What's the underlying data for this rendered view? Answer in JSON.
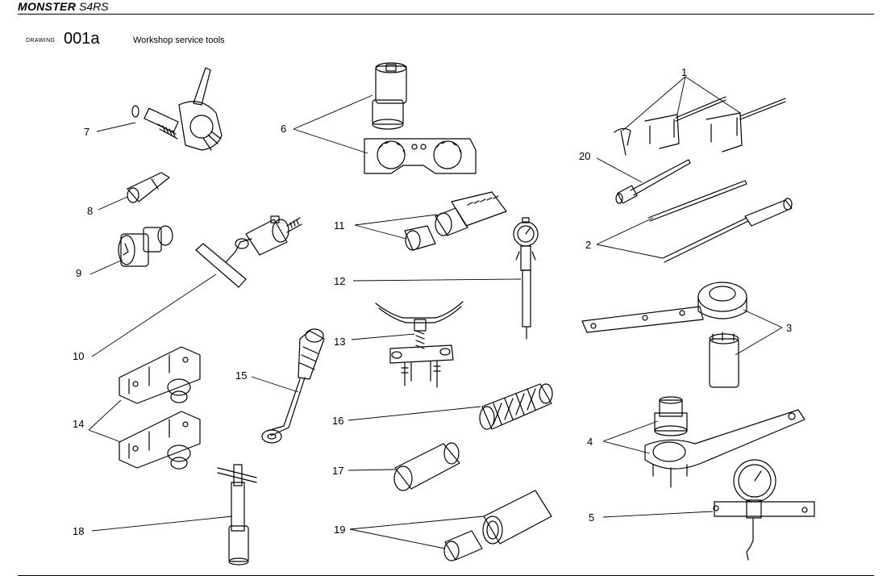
{
  "header": {
    "brand": "MONSTER",
    "model": "S4RS"
  },
  "drawing": {
    "label": "DRAWING",
    "number": "001a",
    "title": "Workshop service tools"
  },
  "callouts": [
    "1",
    "2",
    "3",
    "4",
    "5",
    "6",
    "7",
    "8",
    "9",
    "10",
    "11",
    "12",
    "13",
    "14",
    "15",
    "16",
    "17",
    "18",
    "19",
    "20"
  ]
}
